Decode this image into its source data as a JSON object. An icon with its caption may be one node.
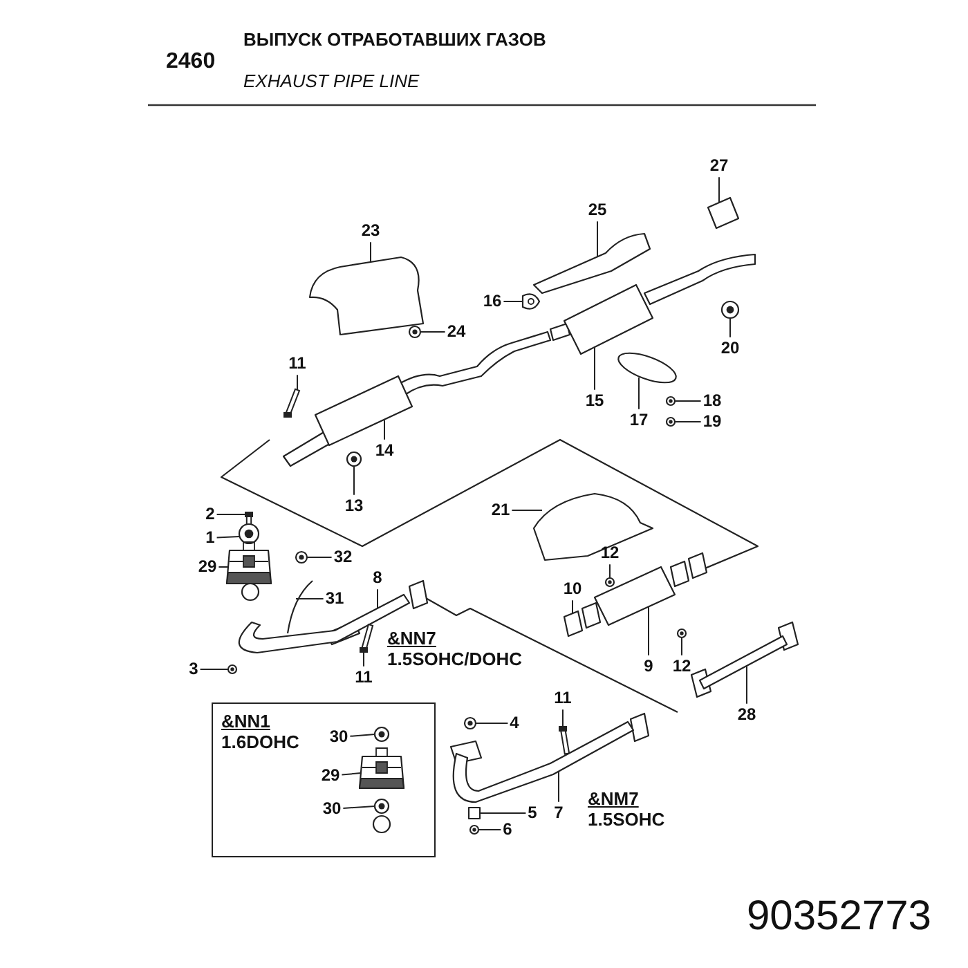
{
  "diagram": {
    "title": "ВЫПУСК ОТРАБОТАВШИХ ГАЗОВ",
    "nodes": [
      {
        "text": [
          "27"
        ]
      },
      {
        "text": [
          "25"
        ]
      },
      {
        "text": [
          "23"
        ]
      },
      {
        "text": [
          "16"
        ]
      },
      {
        "text": [
          "24"
        ]
      },
      {
        "text": [
          "20"
        ]
      },
      {
        "text": [
          "11"
        ]
      },
      {
        "text": [
          "15"
        ]
      },
      {
        "text": [
          "17"
        ]
      },
      {
        "text": [
          "18"
        ]
      },
      {
        "text": [
          "19"
        ]
      },
      {
        "text": [
          "14"
        ]
      },
      {
        "text": [
          "13"
        ]
      },
      {
        "text": [
          "21"
        ]
      },
      {
        "text": [
          "2"
        ]
      },
      {
        "text": [
          "1"
        ]
      },
      {
        "text": [
          "32"
        ]
      },
      {
        "text": [
          "29"
        ]
      },
      {
        "text": [
          "8"
        ]
      },
      {
        "text": [
          "31"
        ]
      },
      {
        "text": [
          "12"
        ]
      },
      {
        "text": [
          "10"
        ]
      },
      {
        "text": [
          "3"
        ]
      },
      {
        "text": [
          "11"
        ]
      },
      {
        "text": [
          "9"
        ]
      },
      {
        "text": [
          "12"
        ]
      },
      {
        "text": [
          "28"
        ]
      },
      {
        "text": [
          "4"
        ]
      },
      {
        "text": [
          "11"
        ]
      },
      {
        "text": [
          "5"
        ]
      },
      {
        "text": [
          "7"
        ]
      },
      {
        "text": [
          "6"
        ]
      },
      {
        "text": [
          "&NN1",
          "1.6DOHC"
        ]
      },
      {
        "text": [
          "30"
        ],
        "in": 32
      },
      {
        "text": [
          "29"
        ],
        "in": 32
      },
      {
        "text": [
          "30"
        ],
        "in": 32
      },
      {
        "text": [],
        "shape": "picture"
      },
      {
        "text": [],
        "shape": "picture"
      },
      {
        "text": [],
        "shape": "picture"
      },
      {
        "text": [],
        "shape": "picture"
      },
      {
        "text": [],
        "shape": "picture"
      },
      {
        "text": [],
        "shape": "picture"
      },
      {
        "text": [],
        "shape": "picture"
      },
      {
        "text": [],
        "shape": "picture"
      },
      {
        "text": [],
        "shape": "picture"
      },
      {
        "text": [],
        "shape": "picture"
      },
      {
        "text": [],
        "shape": "picture"
      },
      {
        "text": [],
        "shape": "picture"
      },
      {
        "text": [],
        "shape": "picture"
      },
      {
        "text": [],
        "shape": "picture"
      },
      {
        "text": [],
        "shape": "picture"
      },
      {
        "text": [],
        "shape": "picture"
      },
      {
        "text": [],
        "shape": "picture"
      },
      {
        "text": [],
        "shape": "picture"
      },
      {
        "text": [],
        "shape": "picture"
      },
      {
        "text": [],
        "shape": "picture"
      },
      {
        "text": [],
        "shape": "picture"
      },
      {
        "text": [],
        "shape": "picture"
      },
      {
        "text": [],
        "shape": "picture"
      },
      {
        "text": [],
        "shape": "picture"
      },
      {
        "text": [],
        "shape": "picture"
      },
      {
        "text": [],
        "shape": "picture"
      },
      {
        "text": [],
        "shape": "picture"
      },
      {
        "text": [],
        "shape": "picture"
      },
      {
        "text": [],
        "shape": "picture"
      },
      {
        "text": [],
        "shape": "picture"
      },
      {
        "text": [],
        "shape": "picture"
      },
      {
        "text": [],
        "shape": "picture"
      },
      {
        "text": [],
        "shape": "picture",
        "in": 32
      },
      {
        "text": [],
        "shape": "picture",
        "in": 32
      },
      {
        "text": [],
        "shape": "picture",
        "in": 32
      }
    ],
    "edges": [
      {
        "from": 0,
        "to": 36,
        "arrow": "none"
      },
      {
        "from": 1,
        "to": 37,
        "arrow": "none"
      },
      {
        "from": 2,
        "to": 38,
        "arrow": "none"
      },
      {
        "from": 3,
        "to": 39,
        "arrow": "none"
      },
      {
        "from": 4,
        "to": 40,
        "arrow": "none"
      },
      {
        "from": 5,
        "to": 41,
        "arrow": "none"
      },
      {
        "from": 6,
        "to": 42,
        "arrow": "none"
      },
      {
        "from": 7,
        "to": 43,
        "arrow": "none"
      },
      {
        "from": 8,
        "to": 44,
        "arrow": "none"
      },
      {
        "from": 9,
        "to": 45,
        "arrow": "none"
      },
      {
        "from": 10,
        "to": 46,
        "arrow": "none"
      },
      {
        "from": 11,
        "to": 47,
        "arrow": "none"
      },
      {
        "from": 12,
        "to": 48,
        "arrow": "none"
      },
      {
        "from": 13,
        "to": 49,
        "arrow": "none"
      },
      {
        "from": 14,
        "to": 50,
        "arrow": "none"
      },
      {
        "from": 15,
        "to": 51,
        "arrow": "none"
      },
      {
        "from": 16,
        "to": 52,
        "arrow": "none"
      },
      {
        "from": 17,
        "to": 53,
        "arrow": "none"
      },
      {
        "from": 18,
        "to": 54,
        "arrow": "none"
      },
      {
        "from": 19,
        "to": 55,
        "arrow": "none"
      },
      {
        "from": 20,
        "to": 56,
        "arrow": "none"
      },
      {
        "from": 21,
        "to": 57,
        "arrow": "none"
      },
      {
        "from": 22,
        "to": 58,
        "arrow": "none"
      },
      {
        "from": 23,
        "to": 59,
        "arrow": "none"
      },
      {
        "from": 24,
        "to": 60,
        "arrow": "none"
      },
      {
        "from": 25,
        "to": 61,
        "arrow": "none"
      },
      {
        "from": 26,
        "to": 62,
        "arrow": "none"
      },
      {
        "from": 27,
        "to": 63,
        "arrow": "none"
      },
      {
        "from": 28,
        "to": 64,
        "arrow": "none"
      },
      {
        "from": 29,
        "to": 65,
        "arrow": "none"
      },
      {
        "from": 30,
        "to": 66,
        "arrow": "none"
      },
      {
        "from": 31,
        "to": 67,
        "arrow": "none"
      },
      {
        "from": 33,
        "to": 68,
        "arrow": "none"
      },
      {
        "from": 34,
        "to": 69,
        "arrow": "none"
      },
      {
        "from": 35,
        "to": 70,
        "arrow": "none"
      }
    ],
    "labels": [
      "2460",
      "EXHAUST PIPE LINE",
      "&NN7",
      "1.5SOHC/DOHC",
      "&NM7",
      "1.5SOHC",
      "90352773"
    ]
  }
}
